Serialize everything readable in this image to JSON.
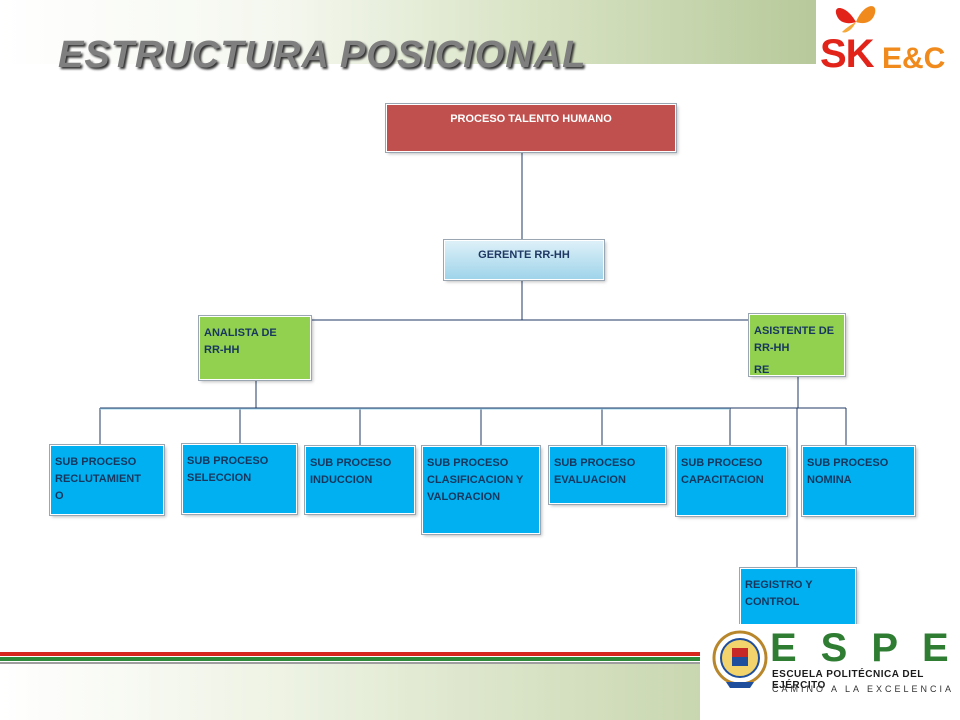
{
  "slide": {
    "title": "ESTRUCTURA POSICIONAL"
  },
  "logos": {
    "sk_left": "SK",
    "sk_right": "E&C",
    "espe_letters": "ESPE",
    "espe_name": "ESCUELA POLITÉCNICA DEL EJÉRCITO",
    "espe_motto": "CAMINO A LA EXCELENCIA"
  },
  "nodes": {
    "proceso": {
      "lines": [
        "PROCESO TALENTO HUMANO"
      ]
    },
    "gerente": {
      "lines": [
        "GERENTE RR-HH"
      ]
    },
    "analista": {
      "lines": [
        "ANALISTA DE",
        "RR-HH"
      ]
    },
    "asistente": {
      "lines": [
        "ASISTENTE DE",
        "RR-HH",
        "RE"
      ]
    },
    "reclutamiento": {
      "lines": [
        "SUB PROCESO",
        "RECLUTAMIENT",
        "O"
      ]
    },
    "seleccion": {
      "lines": [
        "SUB PROCESO",
        "SELECCION"
      ]
    },
    "induccion": {
      "lines": [
        "SUB PROCESO",
        "INDUCCION"
      ]
    },
    "clasificacion": {
      "lines": [
        "SUB PROCESO",
        "CLASIFICACION Y",
        "VALORACION"
      ]
    },
    "evaluacion": {
      "lines": [
        "SUB PROCESO",
        "EVALUACION"
      ]
    },
    "capacitacion": {
      "lines": [
        "SUB PROCESO",
        "CAPACITACION"
      ]
    },
    "nomina": {
      "lines": [
        "SUB PROCESO",
        "NOMINA"
      ]
    },
    "registro": {
      "lines": [
        "REGISTRO Y",
        "CONTROL"
      ]
    }
  },
  "colors": {
    "process_red": "#c0504d",
    "manager_cyan": "#9fd4ea",
    "staff_green": "#92d050",
    "subprocess_blue": "#00b0f0"
  }
}
